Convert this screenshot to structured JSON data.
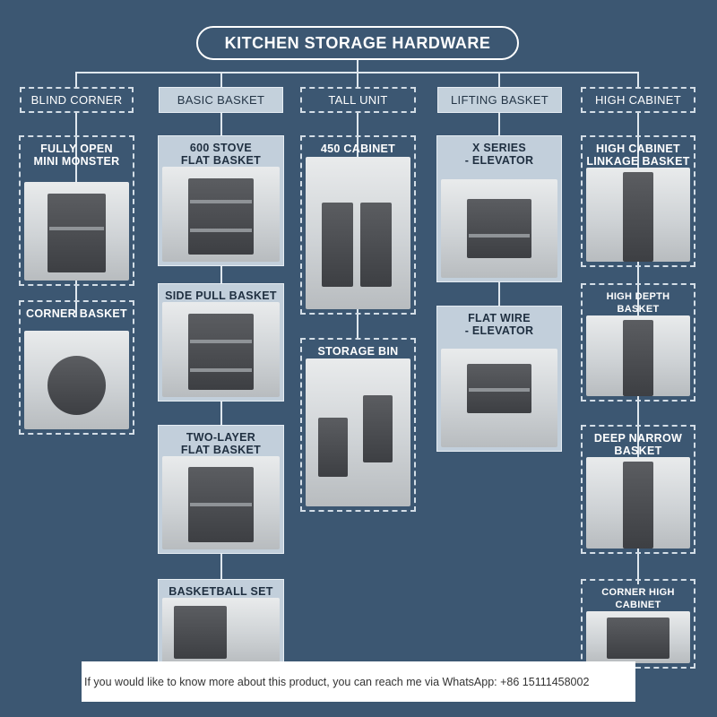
{
  "title": "KITCHEN STORAGE HARDWARE",
  "categories": [
    {
      "label": "BLIND CORNER"
    },
    {
      "label": "BASIC BASKET"
    },
    {
      "label": "TALL UNIT"
    },
    {
      "label": "LIFTING BASKET"
    },
    {
      "label": "HIGH CABINET"
    }
  ],
  "items": {
    "blind_corner": [
      "FULLY OPEN\nMINI MONSTER",
      "CORNER BASKET"
    ],
    "basic_basket": [
      "600 STOVE\nFLAT BASKET",
      "SIDE PULL BASKET",
      "TWO-LAYER\nFLAT BASKET",
      "BASKETBALL SET"
    ],
    "tall_unit": [
      "450 CABINET",
      "STORAGE BIN"
    ],
    "lifting_basket": [
      "X SERIES\n- ELEVATOR",
      "FLAT WIRE\n- ELEVATOR"
    ],
    "high_cabinet": [
      "HIGH CABINET\nLINKAGE BASKET",
      "HIGH DEPTH BASKET",
      "DEEP NARROW\nBASKET",
      "CORNER HIGH CABINET"
    ]
  },
  "footer": "If you would like to know more about this product, you can reach me via WhatsApp: +86 15111458002",
  "colors": {
    "background": "#3c5772",
    "solid_box": "#c2cfdb",
    "line": "#dfe7ee"
  }
}
